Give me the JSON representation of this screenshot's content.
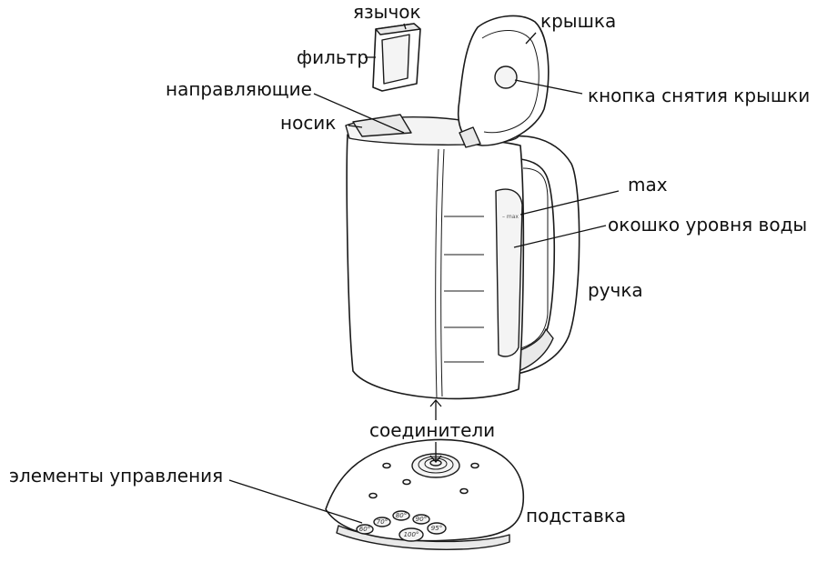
{
  "labels": {
    "tab": "язычок",
    "lid": "крышка",
    "filter": "фильтр",
    "lid_release_button": "кнопка снятия крышки",
    "guides": "направляющие",
    "spout": "носик",
    "max": "max",
    "water_window": "окошко уровня воды",
    "handle": "ручка",
    "connectors": "соединители",
    "controls": "элементы управления",
    "base": "подставка"
  },
  "window_mark": "– max",
  "base_buttons": [
    "70°",
    "80°",
    "90°",
    "60°",
    "100°",
    "95°"
  ]
}
